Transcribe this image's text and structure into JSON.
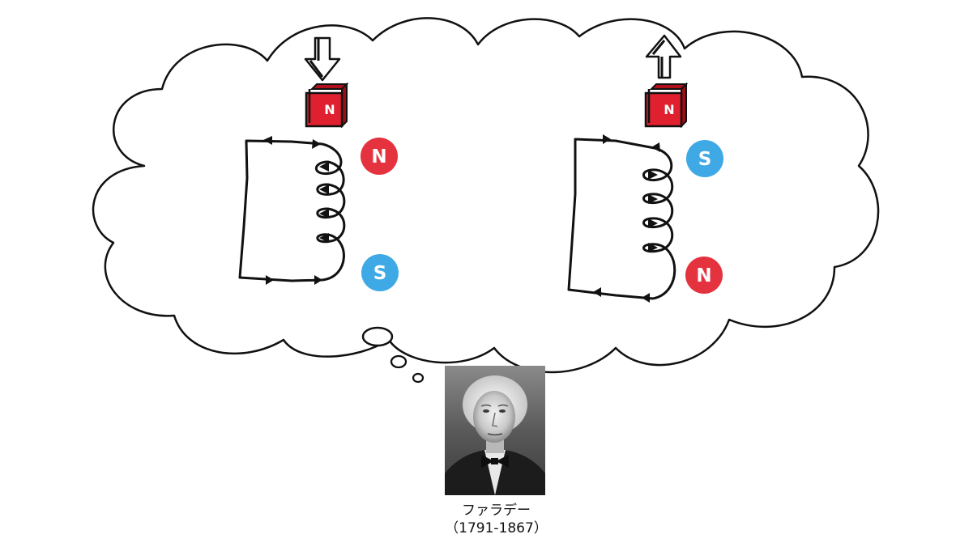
{
  "colors": {
    "north": "#e5323f",
    "south": "#3fa9e6",
    "magnet": "#e0202e",
    "ink": "#111111"
  },
  "left_panel": {
    "arrow_direction": "down",
    "magnet_label": "N",
    "top_pole": "N",
    "bottom_pole": "S"
  },
  "right_panel": {
    "arrow_direction": "up",
    "magnet_label": "N",
    "top_pole": "S",
    "bottom_pole": "N"
  },
  "portrait": {
    "name": "ファラデー",
    "years": "（1791-1867）"
  }
}
